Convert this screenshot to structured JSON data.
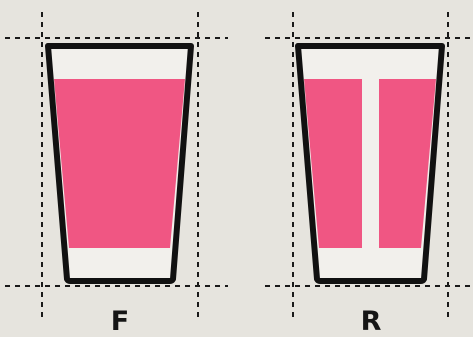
{
  "panels": [
    {
      "label": "F",
      "fill_style": "solid",
      "fill_color": "#f05683"
    },
    {
      "label": "R",
      "fill_style": "split",
      "fill_color": "#f05683"
    }
  ],
  "colors": {
    "background": "#e6e4de",
    "outline": "#111111",
    "cup_interior": "#f2f0ec",
    "guides": "#1a1a1a"
  }
}
